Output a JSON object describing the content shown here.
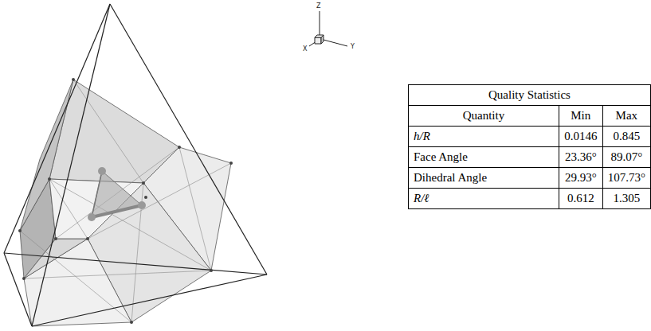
{
  "diagram": {
    "labels": [
      "Z",
      "X",
      "Y",
      "Quality Statistics",
      "Quantity",
      "Min",
      "Max",
      "h/R",
      "0.0146",
      "0.845",
      "Face Angle",
      "23.36°",
      "89.07°",
      "Dihedral Angle",
      "29.93°",
      "107.73°",
      "R/ℓ",
      "0.612",
      "1.305"
    ]
  }
}
